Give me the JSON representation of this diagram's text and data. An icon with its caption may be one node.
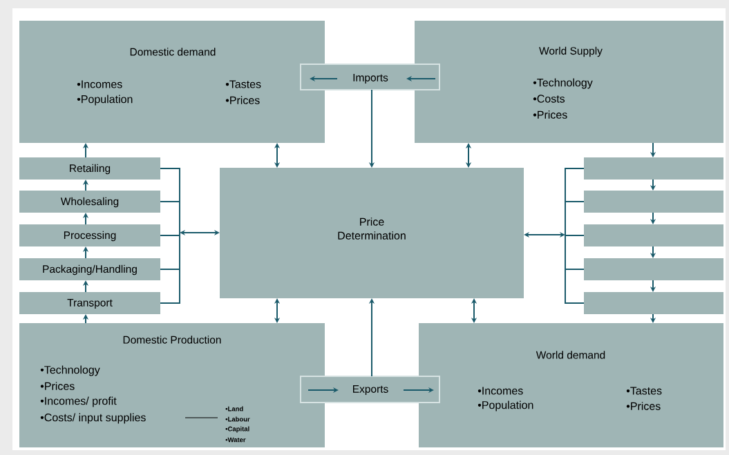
{
  "diagram": {
    "nodes": [
      {
        "text": [
          "Domestic demand",
          "•Incomes",
          "•Population",
          "•Tastes",
          "•Prices"
        ]
      },
      {
        "text": [
          "Imports"
        ]
      },
      {
        "text": [
          "World Supply",
          "•Technology",
          "•Costs",
          "•Prices"
        ]
      },
      {
        "text": [
          "Retailing"
        ]
      },
      {
        "text": [
          "Wholesaling"
        ]
      },
      {
        "text": [
          "Processing"
        ]
      },
      {
        "text": [
          "Packaging/Handling"
        ]
      },
      {
        "text": [
          "Transport"
        ]
      },
      {
        "text": [
          "Price Determination"
        ]
      },
      {
        "text": [],
        "shape": "box"
      },
      {
        "text": [],
        "shape": "box"
      },
      {
        "text": [],
        "shape": "box"
      },
      {
        "text": [],
        "shape": "box"
      },
      {
        "text": [],
        "shape": "box"
      },
      {
        "text": [
          "Domestic Production",
          "•Technology",
          "•Prices",
          "•Incomes/ profit",
          "•Costs/ input supplies",
          "•Land",
          "•Labour",
          "•Capital",
          "•Water"
        ]
      },
      {
        "text": [
          "Exports"
        ]
      },
      {
        "text": [
          "World demand",
          "•Incomes",
          "•Population",
          "•Tastes",
          "•Prices"
        ]
      }
    ],
    "edges": [
      {
        "from": 3,
        "to": 0,
        "arrow": "to"
      },
      {
        "from": 4,
        "to": 3,
        "arrow": "to"
      },
      {
        "from": 5,
        "to": 4,
        "arrow": "to"
      },
      {
        "from": 6,
        "to": 5,
        "arrow": "to"
      },
      {
        "from": 7,
        "to": 6,
        "arrow": "to"
      },
      {
        "from": 14,
        "to": 7,
        "arrow": "to"
      },
      {
        "from": 0,
        "to": 8,
        "arrow": "both"
      },
      {
        "from": 1,
        "to": 8,
        "arrow": "to"
      },
      {
        "from": 2,
        "to": 8,
        "arrow": "both"
      },
      {
        "from": 3,
        "to": 8,
        "arrow": "to"
      },
      {
        "from": 4,
        "to": 8,
        "arrow": "to"
      },
      {
        "from": 5,
        "to": 8,
        "arrow": "to"
      },
      {
        "from": 6,
        "to": 8,
        "arrow": "to"
      },
      {
        "from": 7,
        "to": 8,
        "arrow": "to"
      },
      {
        "from": 9,
        "to": 8,
        "arrow": "to"
      },
      {
        "from": 10,
        "to": 8,
        "arrow": "to"
      },
      {
        "from": 11,
        "to": 8,
        "arrow": "to"
      },
      {
        "from": 12,
        "to": 8,
        "arrow": "to"
      },
      {
        "from": 13,
        "to": 8,
        "arrow": "to"
      },
      {
        "from": 2,
        "to": 9,
        "arrow": "to"
      },
      {
        "from": 9,
        "to": 10,
        "arrow": "to"
      },
      {
        "from": 10,
        "to": 11,
        "arrow": "to"
      },
      {
        "from": 11,
        "to": 12,
        "arrow": "to"
      },
      {
        "from": 12,
        "to": 13,
        "arrow": "to"
      },
      {
        "from": 13,
        "to": 16,
        "arrow": "to"
      },
      {
        "from": 14,
        "to": 8,
        "arrow": "both"
      },
      {
        "from": 15,
        "to": 8,
        "arrow": "to"
      },
      {
        "from": 16,
        "to": 8,
        "arrow": "both"
      }
    ]
  }
}
